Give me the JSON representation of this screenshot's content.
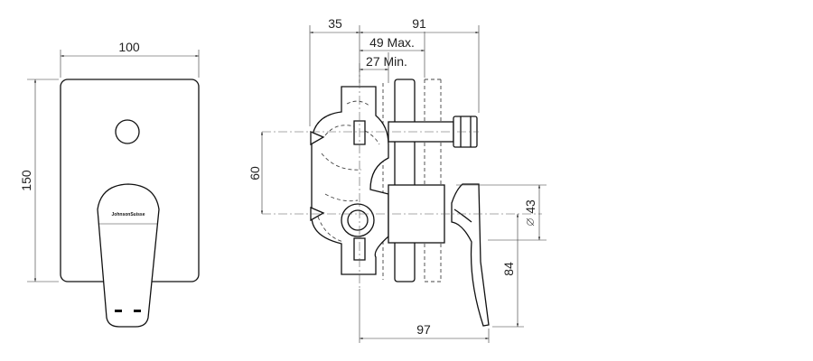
{
  "dimensions": {
    "plate_width": "100",
    "plate_height": "150",
    "body_depth": "35",
    "total_depth": "91",
    "max_wall": "49 Max.",
    "min_wall": "27 Min.",
    "outlet_spacing": "60",
    "handle_diameter": "43",
    "handle_height": "84",
    "handle_projection": "97"
  },
  "brand": {
    "logo_text": "JohnsonSuisse"
  }
}
